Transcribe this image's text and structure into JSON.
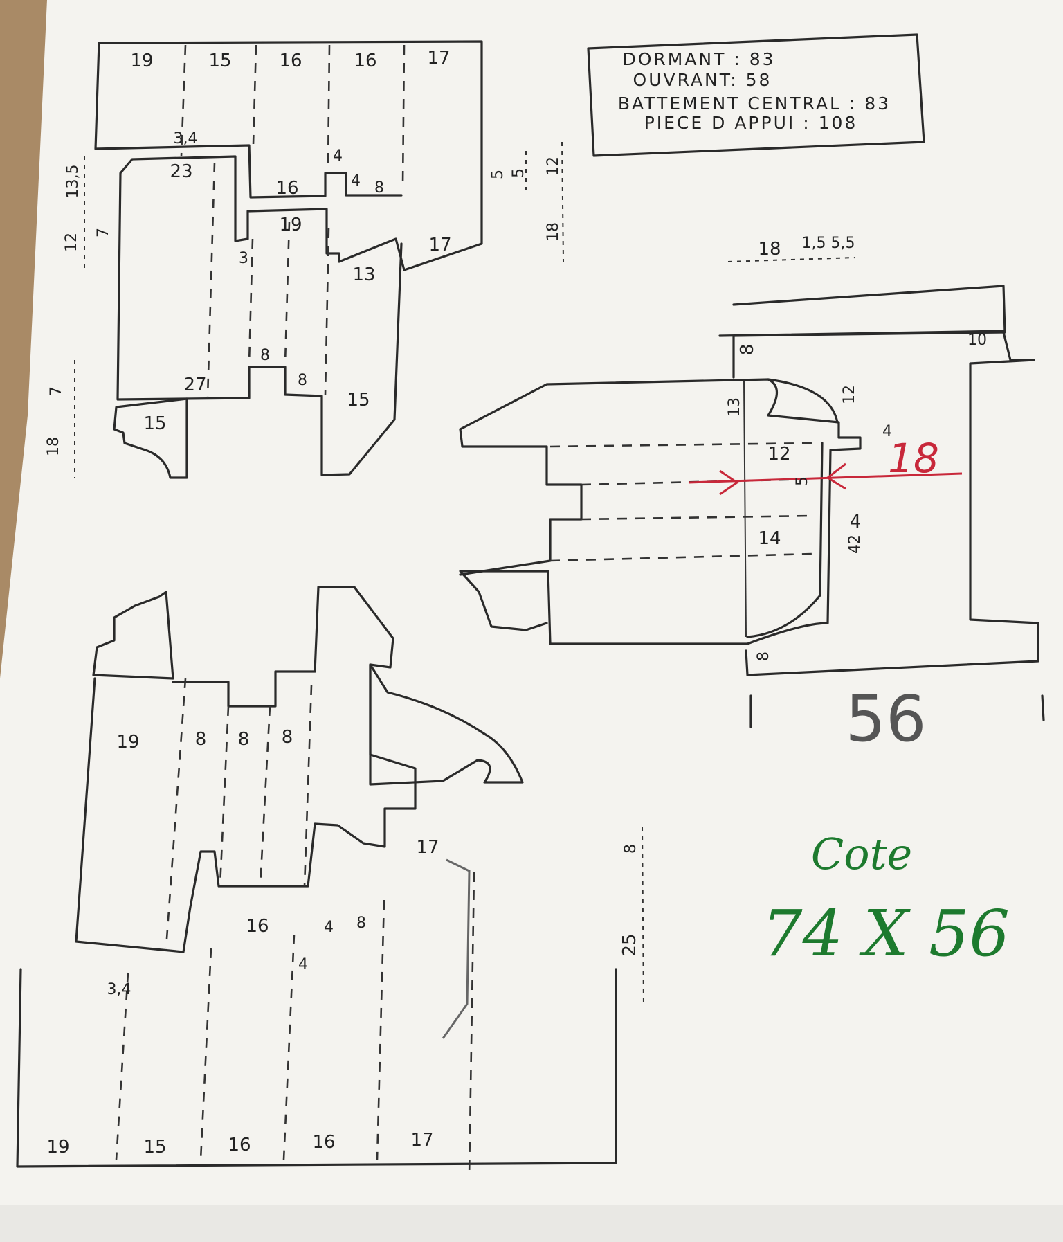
{
  "legend": {
    "lines": [
      "DORMANT : 83",
      "OUVRANT: 58",
      "BATTEMENT CENTRAL : 83",
      "PIECE  D APPUI : 108"
    ]
  },
  "top_profile": {
    "header_widths": [
      "19",
      "15",
      "16",
      "16",
      "17"
    ],
    "inner_labels": [
      "3,4",
      "23",
      "16",
      "4",
      "4",
      "8",
      "19",
      "3",
      "13",
      "17",
      "8",
      "8",
      "27",
      "15",
      "15"
    ],
    "left_dims": [
      "13,5",
      "12",
      "7",
      "7",
      "18"
    ]
  },
  "middle_dims": [
    "5",
    "5",
    "12",
    "18"
  ],
  "right_section": {
    "top_dims": [
      "18",
      "1,5",
      "5,5"
    ],
    "labels": [
      "10",
      "8",
      "13",
      "12",
      "12",
      "4",
      "5",
      "14",
      "4",
      "42",
      "8"
    ],
    "red_annotation": "18",
    "bottom_label": "56"
  },
  "bottom_profile": {
    "labels": [
      "19",
      "8",
      "8",
      "8",
      "17",
      "16",
      "4",
      "8",
      "4",
      "3,4"
    ],
    "base_widths": [
      "19",
      "15",
      "16",
      "16",
      "17"
    ],
    "right_dims": [
      "8",
      "25"
    ]
  },
  "handwritten": {
    "cote_label": "Cote",
    "cote_value": "74 X 56"
  }
}
